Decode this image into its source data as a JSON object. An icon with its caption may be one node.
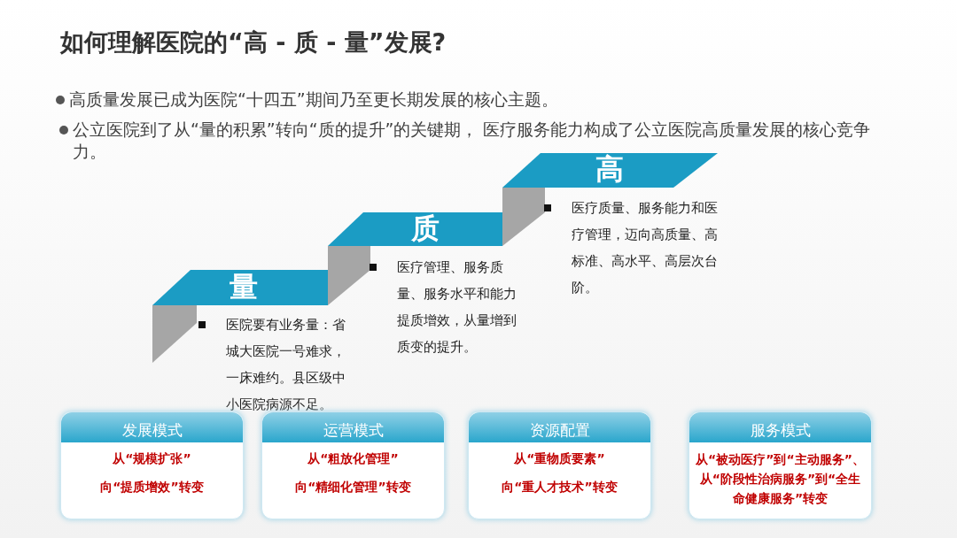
{
  "diagram": {
    "title": "如何理解医院的“高 - 质 - 量”发展?",
    "nodes": [
      {
        "text": [
          "量"
        ],
        "beside": [
          "医院要有业务量：省城大医院一号难求，一床难约。县区级中小医院病源不足。"
        ]
      },
      {
        "text": [
          "质"
        ],
        "beside": [
          "医疗管理、服务质量、服务水平和能力提质增效，从量增到质变的提升。"
        ]
      },
      {
        "text": [
          "高"
        ],
        "beside": [
          "医疗质量、服务能力和医疗管理，迈向高质量、高标准、高水平、高层次台阶。"
        ]
      },
      {
        "text": [
          "发展模式",
          "从“规模扩张”",
          "向“提质增效”转变"
        ]
      },
      {
        "text": [
          "运营模式",
          "从“粗放化管理”",
          "向“精细化管理”转变"
        ]
      },
      {
        "text": [
          "资源配置",
          "从“重物质要素”",
          "向“重人才技术”转变"
        ]
      },
      {
        "text": [
          "服务模式",
          "从“被动医疗”到“主动服务”、从“阶段性治病服务”到“全生命健康服务”转变"
        ]
      }
    ],
    "edges": [],
    "labels": [
      "高质量发展已成为医院“十四五”期间乃至更长期发展的核心主题。",
      "公立医院到了从“量的积累”转向“质的提升”的关键期， 医疗服务能力构成了公立医院高质量发展的核心竞争力。"
    ]
  }
}
